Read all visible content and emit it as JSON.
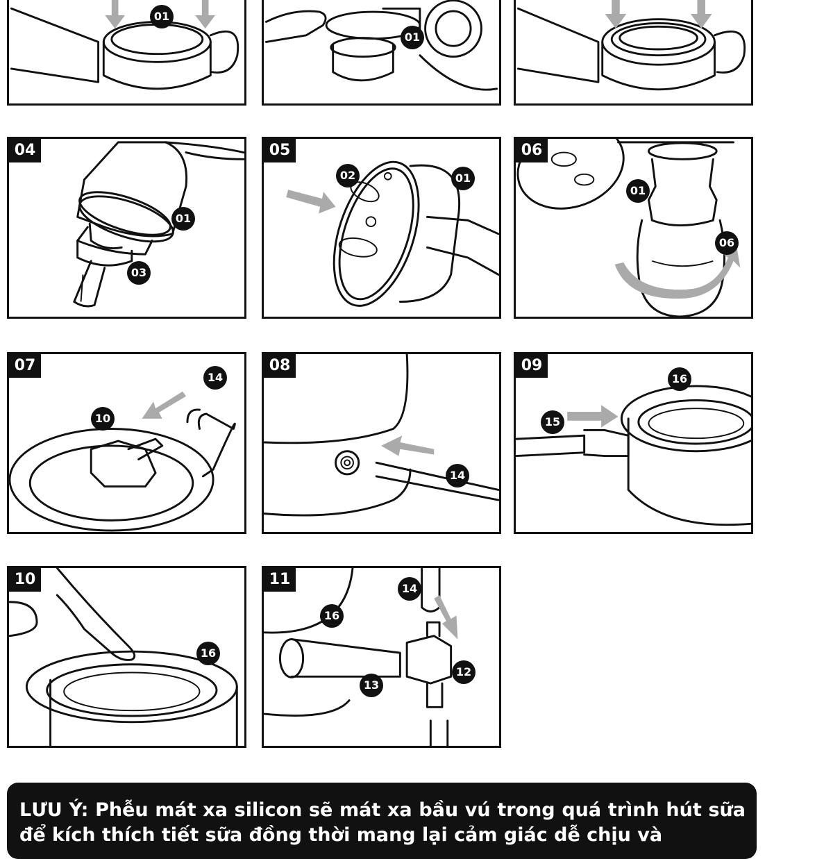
{
  "panels": [
    {
      "label": "",
      "callouts": [
        "01"
      ]
    },
    {
      "label": "",
      "callouts": [
        "01"
      ]
    },
    {
      "label": "",
      "callouts": []
    },
    {
      "label": "04",
      "callouts": [
        "01",
        "03"
      ]
    },
    {
      "label": "05",
      "callouts": [
        "02",
        "01"
      ]
    },
    {
      "label": "06",
      "callouts": [
        "01",
        "06"
      ]
    },
    {
      "label": "07",
      "callouts": [
        "14",
        "10"
      ]
    },
    {
      "label": "08",
      "callouts": [
        "14"
      ]
    },
    {
      "label": "09",
      "callouts": [
        "16",
        "15"
      ]
    },
    {
      "label": "10",
      "callouts": [
        "16"
      ]
    },
    {
      "label": "11",
      "callouts": [
        "14",
        "16",
        "12",
        "13"
      ]
    }
  ],
  "note": {
    "text": "LƯU Ý: Phễu mát xa silicon sẽ mát xa bầu vú trong quá trình hút sữa để kích thích tiết sữa đồng thời mang lại cảm giác dễ chịu và"
  },
  "colors": {
    "ink": "#111111",
    "arrow": "#aaaaaa",
    "paper": "#ffffff"
  }
}
